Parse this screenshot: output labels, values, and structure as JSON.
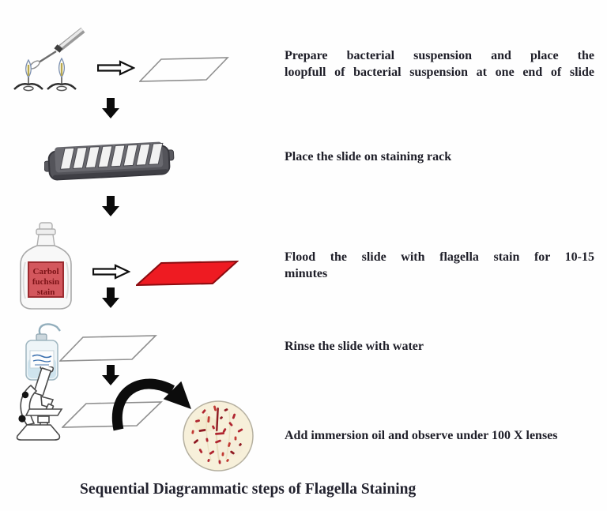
{
  "diagram": {
    "caption": "Sequential Diagrammatic steps of Flagella Staining",
    "steps": [
      {
        "id": 1,
        "lines": [
          "Prepare bacterial suspension and place the",
          "loopfull of bacterial suspension at one end of slide"
        ]
      },
      {
        "id": 2,
        "lines": [
          "Place the slide on staining rack"
        ]
      },
      {
        "id": 3,
        "lines": [
          "Flood the slide with flagella stain for 10-15",
          "minutes"
        ]
      },
      {
        "id": 4,
        "lines": [
          "Rinse the slide with water"
        ]
      },
      {
        "id": 5,
        "lines": [
          "Add immersion oil and observe under 100 X lenses"
        ]
      }
    ],
    "reagent_bottle": {
      "label_lines": [
        "Carbol",
        "fuchsin",
        "stain"
      ]
    },
    "icons": [
      "inoculation-loop-with-flames-icon",
      "right-block-arrow-icon",
      "glass-slide-icon",
      "down-arrow-icon",
      "staining-rack-icon",
      "reagent-bottle-icon",
      "stain-flooded-slide-icon",
      "wash-bottle-icon",
      "microscope-icon",
      "curved-arrow-icon",
      "micrograph-field-icon"
    ],
    "colors": {
      "stain_red": "#ee1b22",
      "stain_border": "#8c0c10",
      "label_bg": "#d3575d",
      "label_border": "#9c2b30",
      "label_text": "#7c1317",
      "text": "#1e1e28",
      "arrow_black": "#0b0b0b",
      "micrograph_bg": "#f7f0da",
      "bacteria_red": "#b02630"
    }
  }
}
